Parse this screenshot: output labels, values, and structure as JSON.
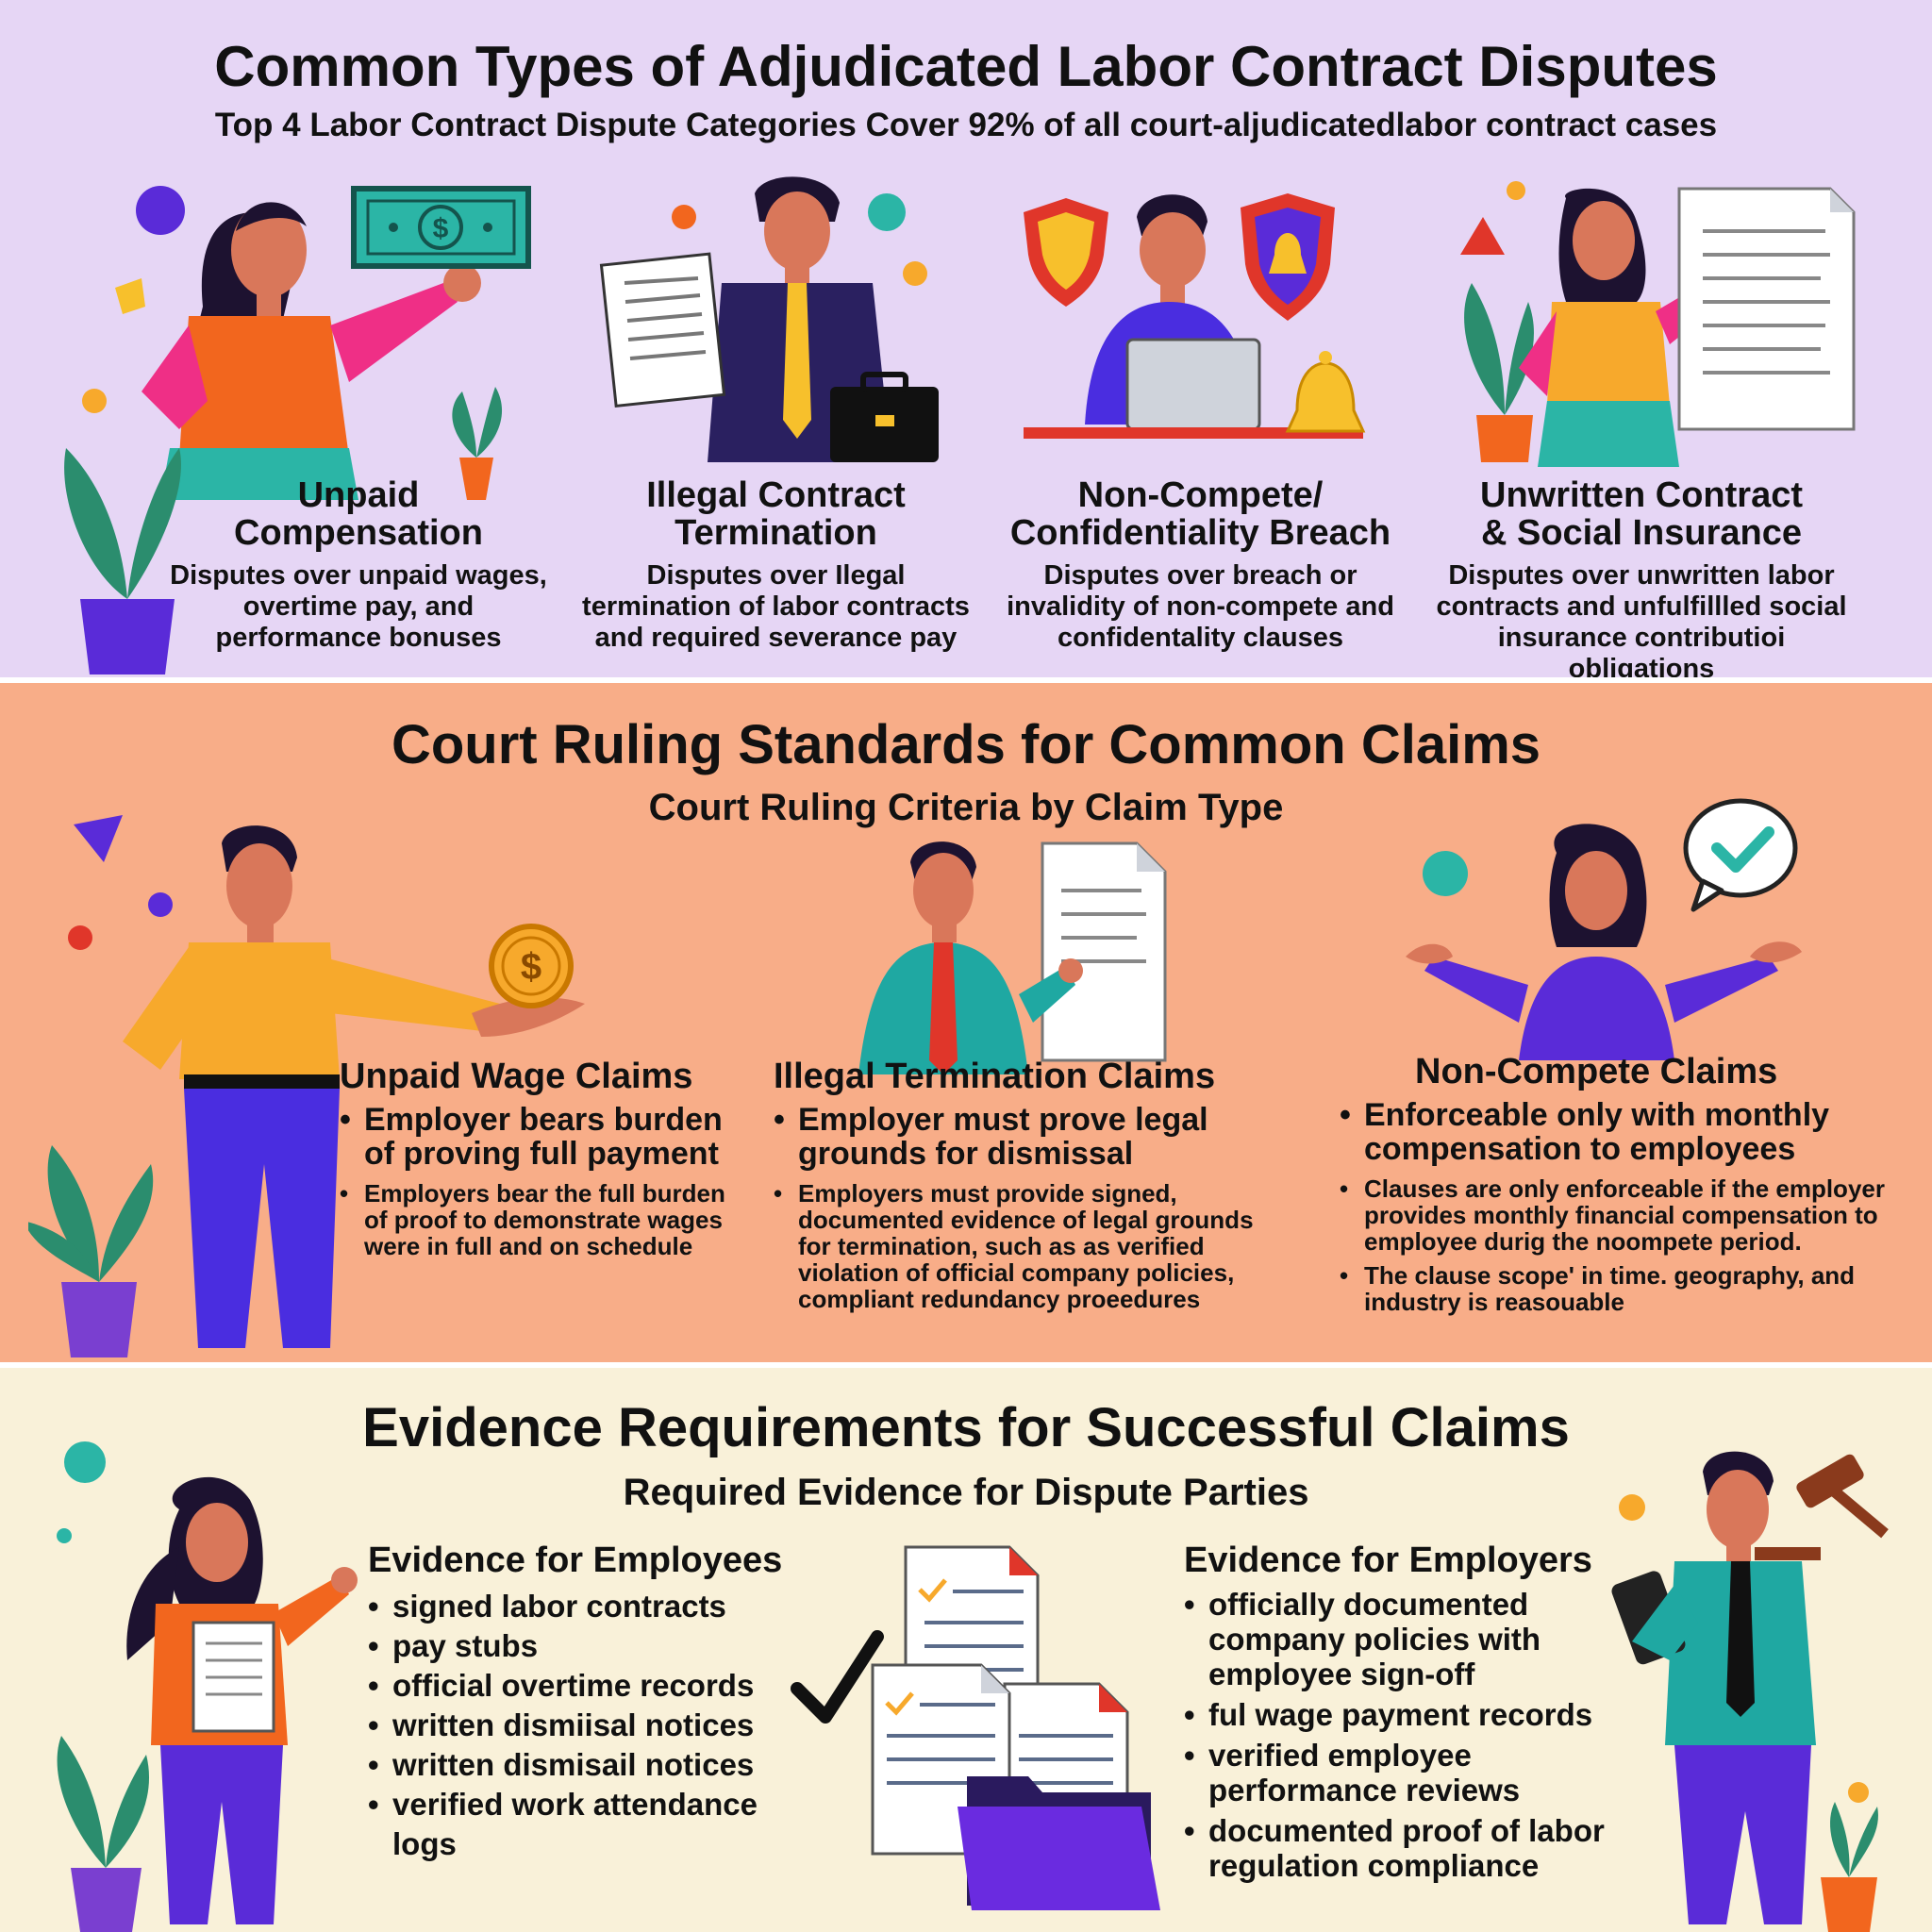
{
  "section1": {
    "title": "Common Types of Adjudicated Labor Contract Disputes",
    "subtitle": "Top 4 Labor Contract Dispute Categories Cover 92% of all court-aljudicatedlabor contract cases",
    "cards": [
      {
        "title_line1": "Unpaid",
        "title_line2": "Compensation",
        "desc": [
          "Disputes over unpaid wages,",
          "overtime pay, and",
          "performance bonuses"
        ],
        "icon": "money-bill-icon"
      },
      {
        "title_line1": "Illegal Contract",
        "title_line2": "Termination",
        "desc": [
          "Disputes over Ilegal",
          "termination of labor contracts",
          "and required severance pay"
        ],
        "icon": "contract-document-icon"
      },
      {
        "title_line1": "Non-Compete/",
        "title_line2": "Confidentiality Breach",
        "desc": [
          "Disputes over breach or",
          "invalidity of non-compete and",
          "confidentality clauses"
        ],
        "icon": "shield-icon"
      },
      {
        "title_line1": "Unwritten Contract",
        "title_line2": "& Social Insurance",
        "desc": [
          "Disputes over unwritten labor",
          "contracts and unfulfillled social",
          "insurance contributioi obligations"
        ],
        "icon": "document-icon"
      }
    ]
  },
  "section2": {
    "title": "Court Ruling Standards for Common Claims",
    "subtitle": "Court Ruling Criteria by Claim Type",
    "claims": [
      {
        "title": "Unpaid Wage Claims",
        "main": "Employer bears burden of proving full payment",
        "detail": "Employers bear the full burden of proof to demonstrate wages were in full and on schedule",
        "icon": "coin-icon"
      },
      {
        "title": "Illegal Termination Claims",
        "main": "Employer must prove legal grounds for dismissal",
        "detail": "Employers must provide signed, documented evidence of legal grounds for termination, such as as verified violation of official company policies, compliant redundancy proeedures",
        "icon": "document-icon"
      },
      {
        "title": "Non-Compete Claims",
        "main": "Enforceable only with monthly compensation to employees",
        "detail": "Clauses are only enforceable if the employer provides monthly financial compensation to employee durig the noompete period.",
        "detail2": "The clause scope' in time. geography, and industry is reasouable",
        "icon": "checkmark-bubble-icon"
      }
    ]
  },
  "section3": {
    "title": "Evidence Requirements for Successful Claims",
    "subtitle": "Required Evidence for Dispute Parties",
    "employees": {
      "title": "Evidence for Employees",
      "items": [
        "signed labor contracts",
        "pay stubs",
        "official overtime records",
        "written dismiisal notices",
        "written dismisail notices",
        "verified work attendance logs"
      ]
    },
    "employers": {
      "title": "Evidence for Employers",
      "items": [
        "officially documented company policies with employee sign-off",
        "ful wage payment records",
        "verified employee performance reviews",
        "documented proof of labor regulation compliance"
      ]
    }
  },
  "colors": {
    "section1_bg": "#e6d6f5",
    "section2_bg": "#f8ad88",
    "section3_bg": "#f9f1d9",
    "purple": "#5a2bd8",
    "teal": "#2bb5a6",
    "orange": "#f36b1c",
    "pink": "#ef2f86"
  }
}
